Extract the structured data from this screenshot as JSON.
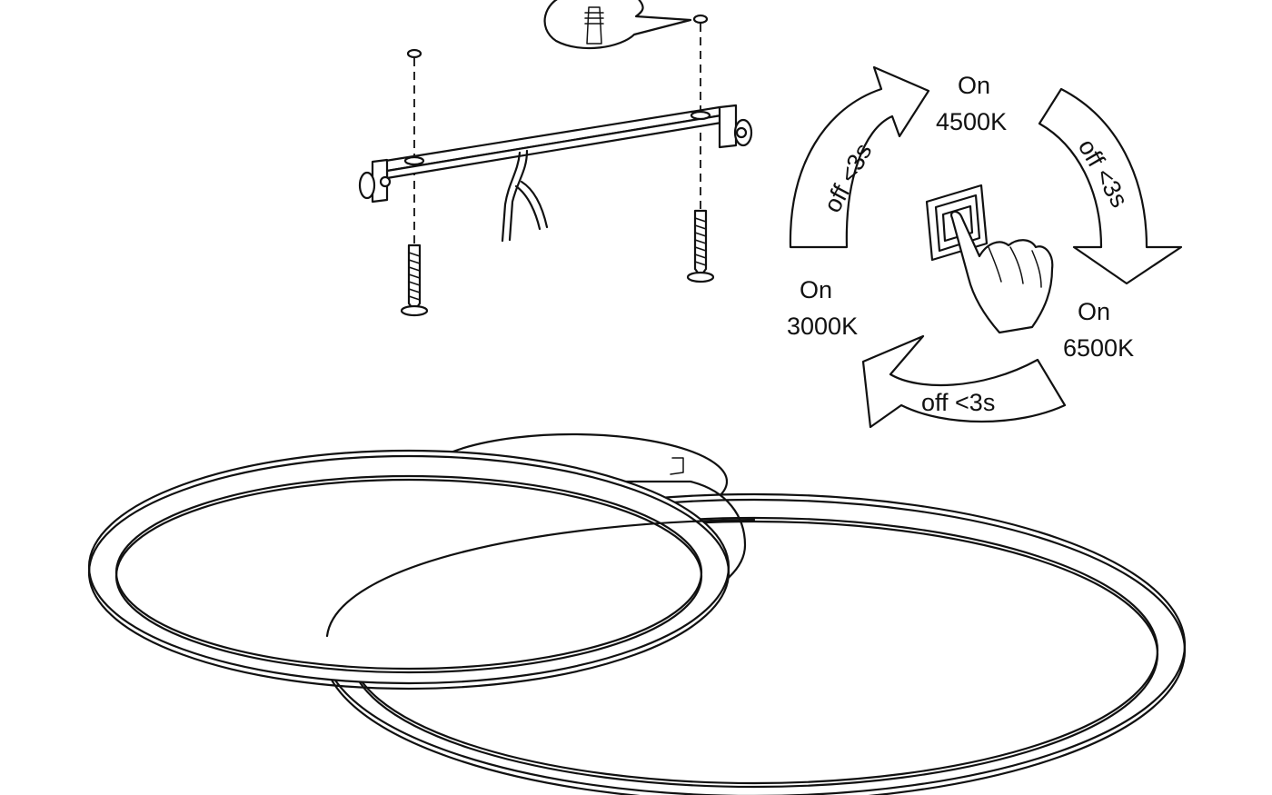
{
  "states": {
    "s4500": {
      "on": "On",
      "temp": "4500K"
    },
    "s3000": {
      "on": "On",
      "temp": "3000K"
    },
    "s6500": {
      "on": "On",
      "temp": "6500K"
    }
  },
  "arrows": {
    "left_to_top": "off <3s",
    "top_to_right": "off <3s",
    "right_to_left": "off <3s"
  }
}
